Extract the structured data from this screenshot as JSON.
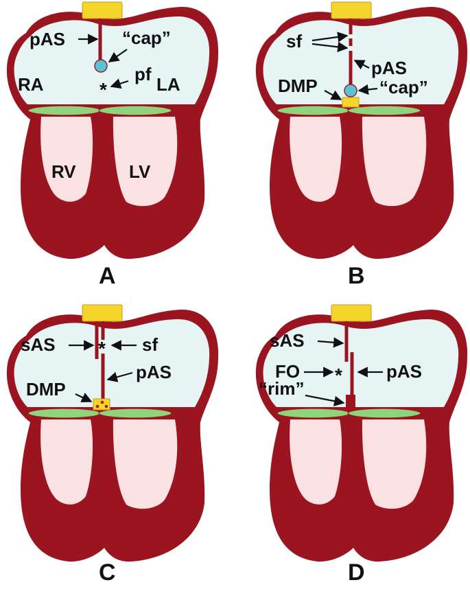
{
  "colors": {
    "wall": "#9b1521",
    "atrium_fill": "#e6f4f4",
    "ventricle_fill": "#fbe1e1",
    "valve": "#8fd47a",
    "top_block": "#f3d52b",
    "cap": "#59c3d6",
    "dmp": "#f3d52b",
    "dmp_dots": "#b01b20"
  },
  "panels": [
    {
      "letter": "A",
      "labels": {
        "pas": "pAS",
        "cap": "“cap”",
        "pf": "pf",
        "star": "*",
        "ra": "RA",
        "la": "LA",
        "rv": "RV",
        "lv": "LV"
      }
    },
    {
      "letter": "B",
      "labels": {
        "sf": "sf",
        "pas": "pAS",
        "dmp": "DMP",
        "cap": "“cap”"
      }
    },
    {
      "letter": "C",
      "labels": {
        "sas": "sAS",
        "star": "*",
        "sf": "sf",
        "pas": "pAS",
        "dmp": "DMP"
      }
    },
    {
      "letter": "D",
      "labels": {
        "sas": "sAS",
        "fo": "FO",
        "star": "*",
        "pas": "pAS",
        "rim": "“rim”"
      }
    }
  ]
}
